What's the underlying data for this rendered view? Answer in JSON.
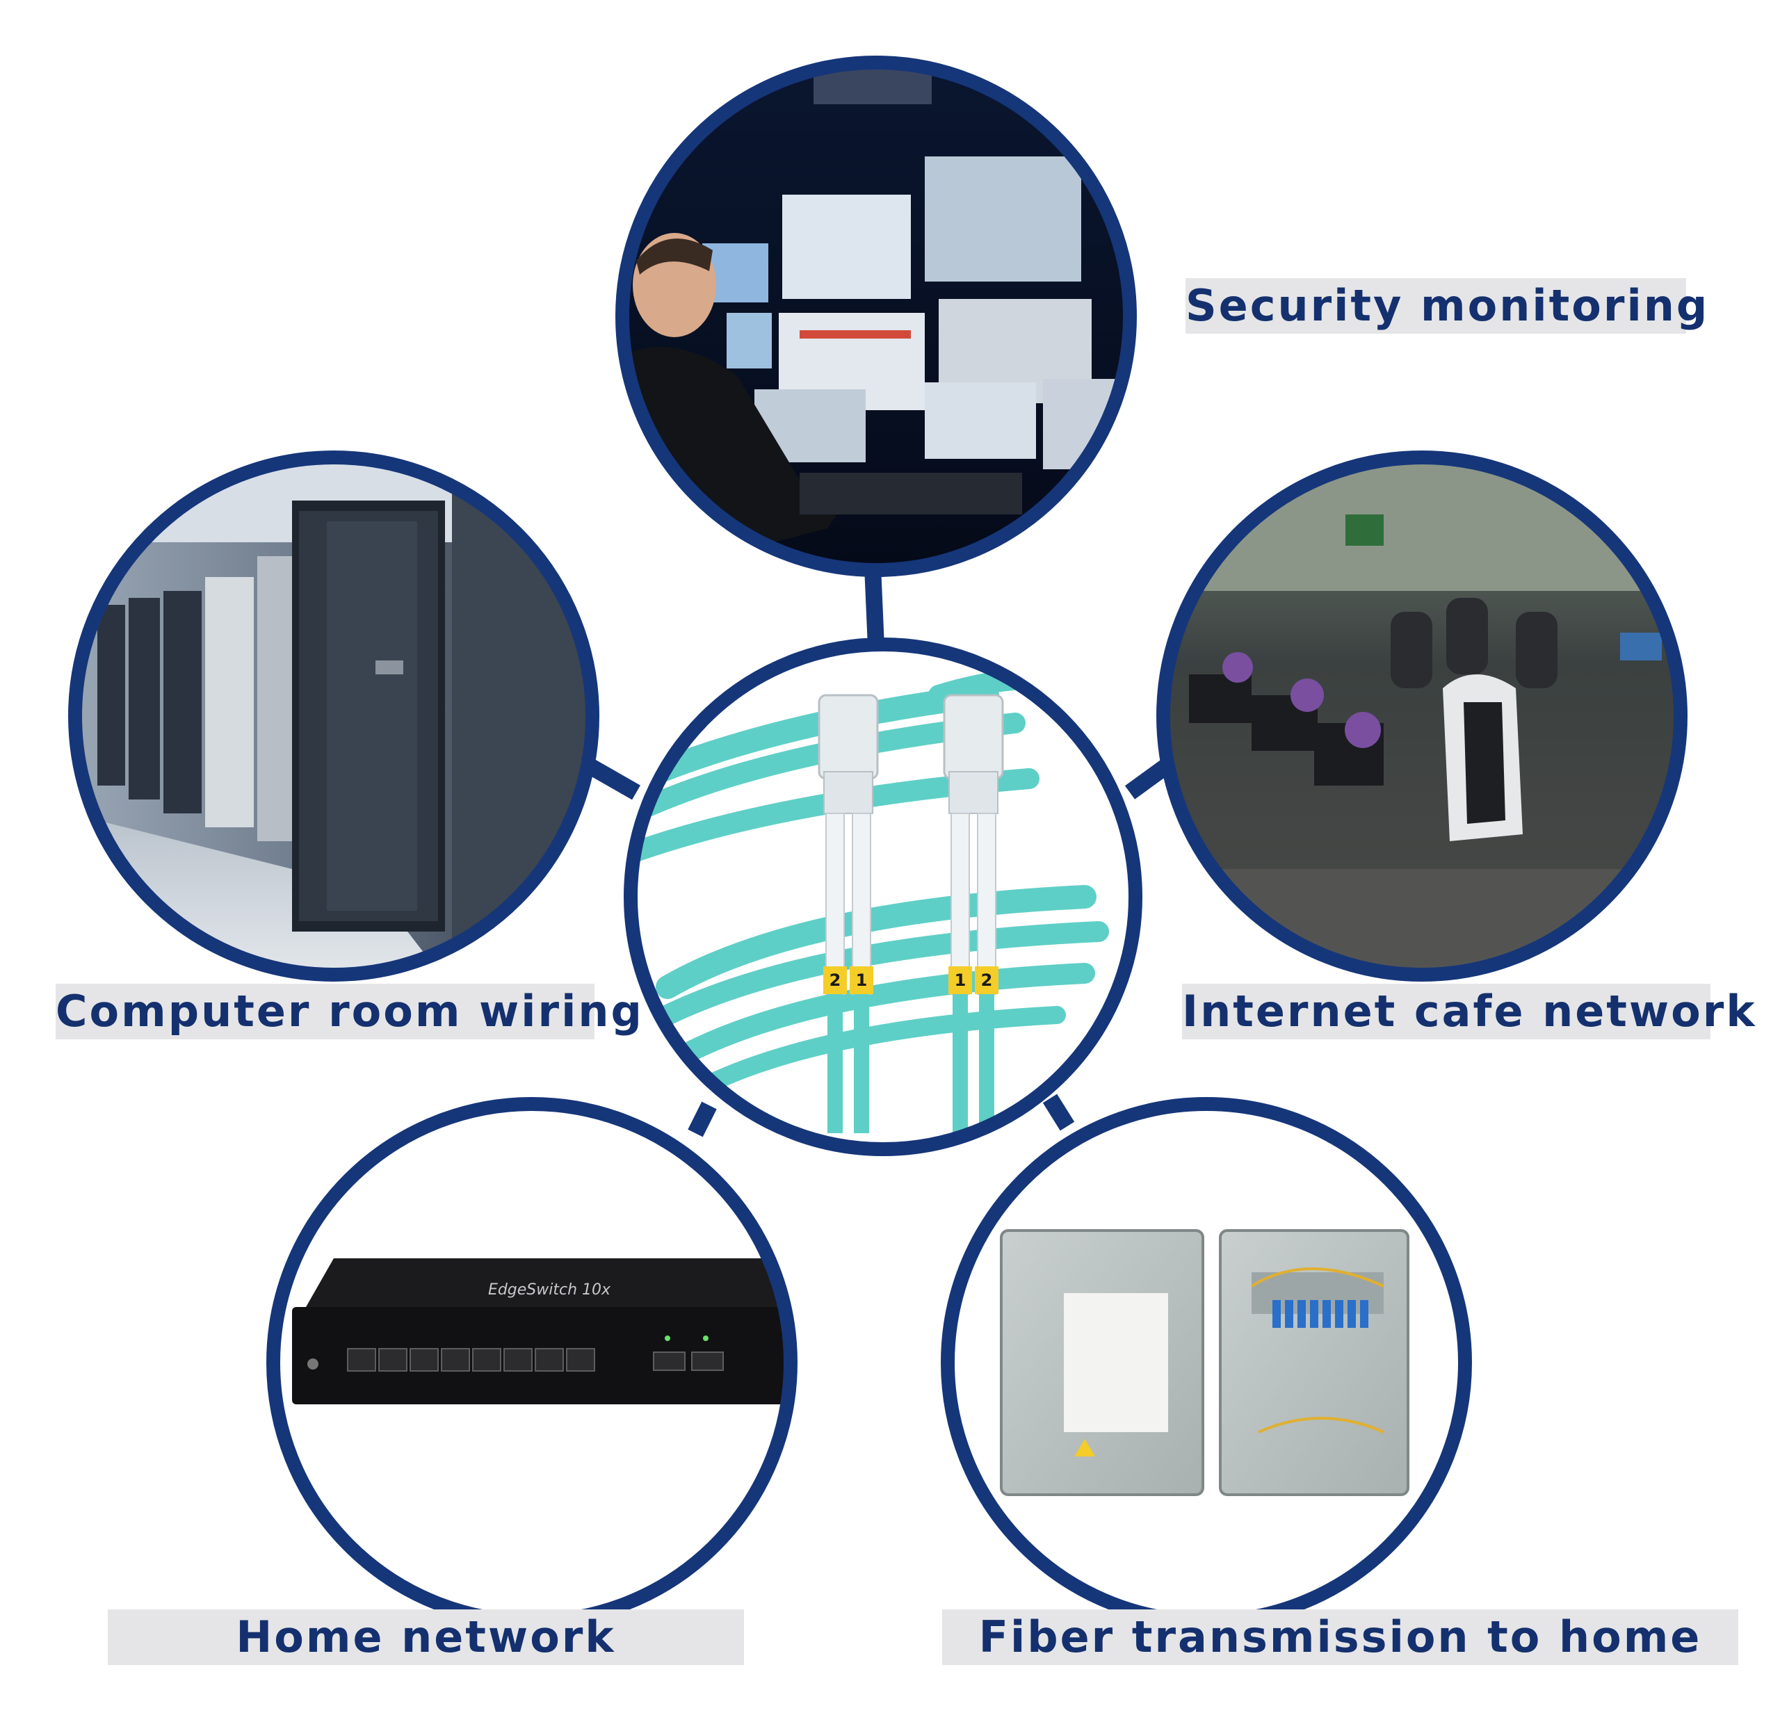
{
  "colors": {
    "ring": "#16367a",
    "label_bg": "#e5e5e7",
    "label_text": "#14306e",
    "fiber_cable": "#5ecfc6",
    "connector": "#e6ebee",
    "fiber_tag": "#f4cd28"
  },
  "center": {
    "subject": "duplex LC fiber optic patch cable",
    "connector_markings": [
      "2",
      "1",
      "1",
      "2"
    ]
  },
  "scenes": [
    {
      "id": "security",
      "label": "Security monitoring",
      "subject": "control room operator facing wall of CCTV monitors"
    },
    {
      "id": "computer_room",
      "label": "Computer room wiring",
      "subject": "rows of server racks in data center"
    },
    {
      "id": "internet_cafe",
      "label": "Internet cafe network",
      "subject": "gaming chairs and PC stations"
    },
    {
      "id": "home_network",
      "label": "Home network",
      "subject": "black 8-port network switch",
      "device_text": "EdgeSwitch 10x"
    },
    {
      "id": "fiber_home",
      "label": "Fiber transmission to home",
      "subject": "open fiber distribution box with blue SC adapters"
    }
  ]
}
